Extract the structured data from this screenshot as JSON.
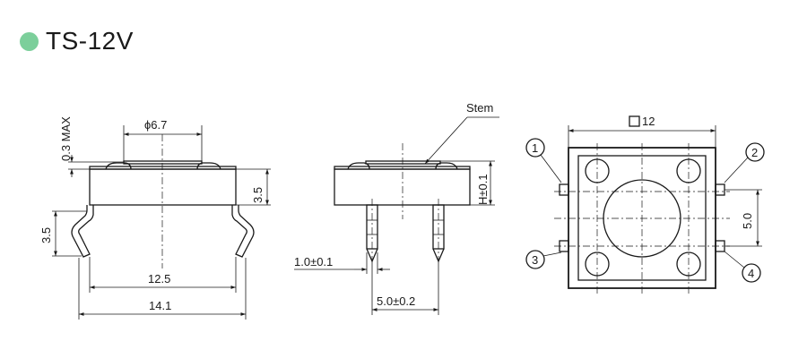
{
  "header": {
    "model": "TS-12V",
    "dot_color": "#7ccf9b"
  },
  "side_view": {
    "max_protrusion": "0.3 MAX",
    "stem_diameter": "ϕ6.7",
    "body_height": "3.5",
    "pin_height": "3.5",
    "inner_width": "12.5",
    "outer_width": "14.1"
  },
  "front_view": {
    "stem_label": "Stem",
    "height": "H±0.1",
    "pin_width": "1.0±0.1",
    "pin_pitch": "5.0±0.2"
  },
  "top_view": {
    "size": "12",
    "pin_spacing": "5.0",
    "pins": [
      "1",
      "2",
      "3",
      "4"
    ]
  }
}
